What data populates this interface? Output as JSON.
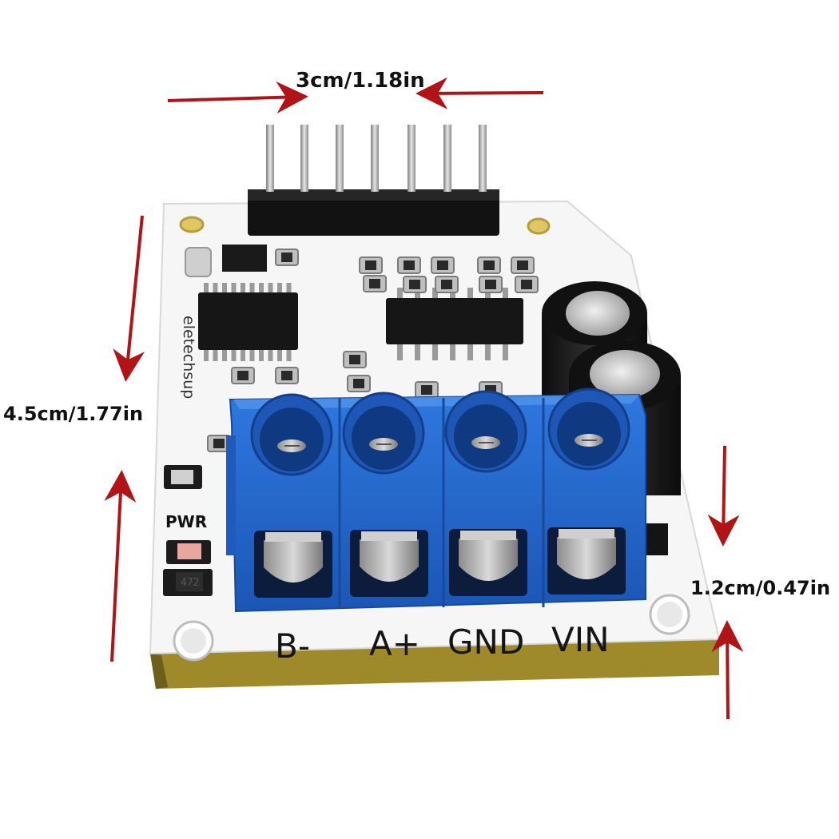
{
  "dimensions": {
    "width": "3cm/1.18in",
    "height": "4.5cm/1.77in",
    "thickness": "1.2cm/0.47in"
  },
  "board": {
    "brand": "eletechsup",
    "power_led_label": "PWR",
    "terminals": [
      "B-",
      "A+",
      "GND",
      "VIN"
    ]
  },
  "colors": {
    "arrow": "#b01416",
    "terminal_block": "#2465c9",
    "pcb": "#f6f6f6"
  }
}
